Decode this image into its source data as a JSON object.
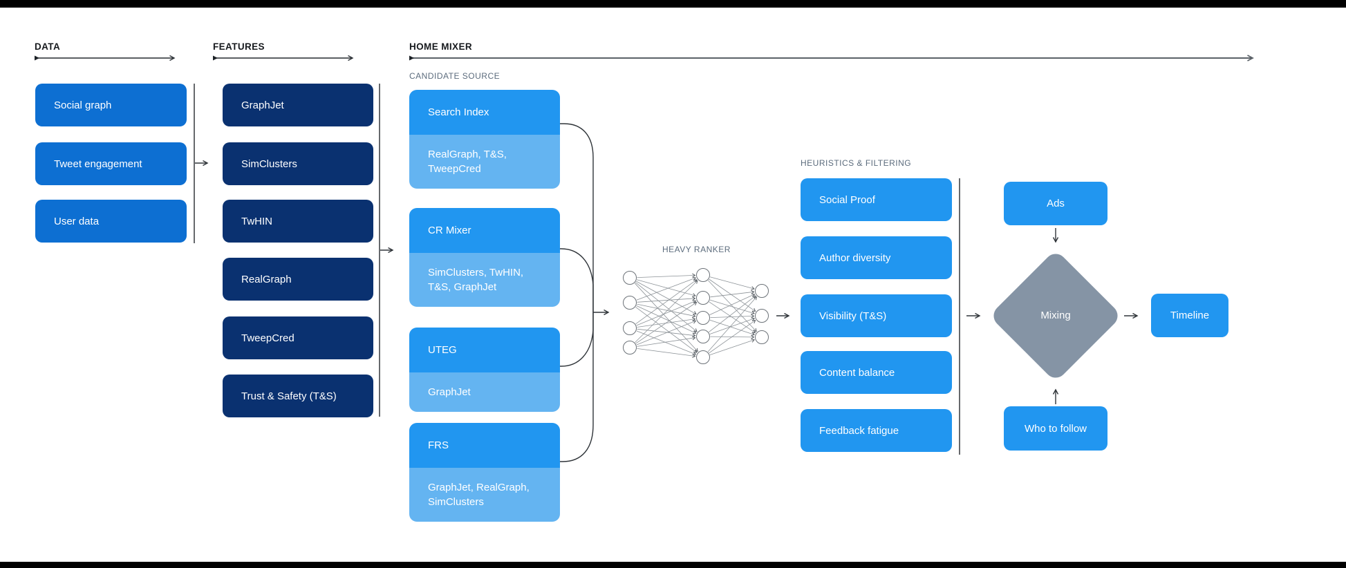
{
  "header": {
    "data": "DATA",
    "features": "FEATURES",
    "home_mixer": "HOME MIXER"
  },
  "data_column": {
    "items": [
      "Social graph",
      "Tweet engagement",
      "User data"
    ]
  },
  "features_column": {
    "items": [
      "GraphJet",
      "SimClusters",
      "TwHIN",
      "RealGraph",
      "TweepCred",
      "Trust & Safety (T&S)"
    ]
  },
  "candidate_source": {
    "label": "CANDIDATE SOURCE",
    "groups": [
      {
        "title": "Search Index",
        "sources": "RealGraph, T&S,\nTweepCred"
      },
      {
        "title": "CR Mixer",
        "sources": "SimClusters, TwHIN,\nT&S, GraphJet"
      },
      {
        "title": "UTEG",
        "sources": "GraphJet"
      },
      {
        "title": "FRS",
        "sources": "GraphJet, RealGraph,\nSimClusters"
      }
    ]
  },
  "heavy_ranker": {
    "label": "HEAVY RANKER"
  },
  "heuristics": {
    "label": "HEURISTICS & FILTERING",
    "items": [
      "Social Proof",
      "Author diversity",
      "Visibility (T&S)",
      "Content balance",
      "Feedback fatigue"
    ]
  },
  "output_stage": {
    "ads": "Ads",
    "mixing": "Mixing",
    "who_to_follow": "Who to follow",
    "timeline": "Timeline"
  },
  "colors": {
    "blue_primary": "#0d6fd2",
    "navy": "#0a3170",
    "bright_blue": "#2196f0",
    "light_blue": "#64b4f1",
    "diamond_gray": "#8594a5",
    "header_ink": "#16191d",
    "subheader_slate": "#5b6b7c"
  }
}
